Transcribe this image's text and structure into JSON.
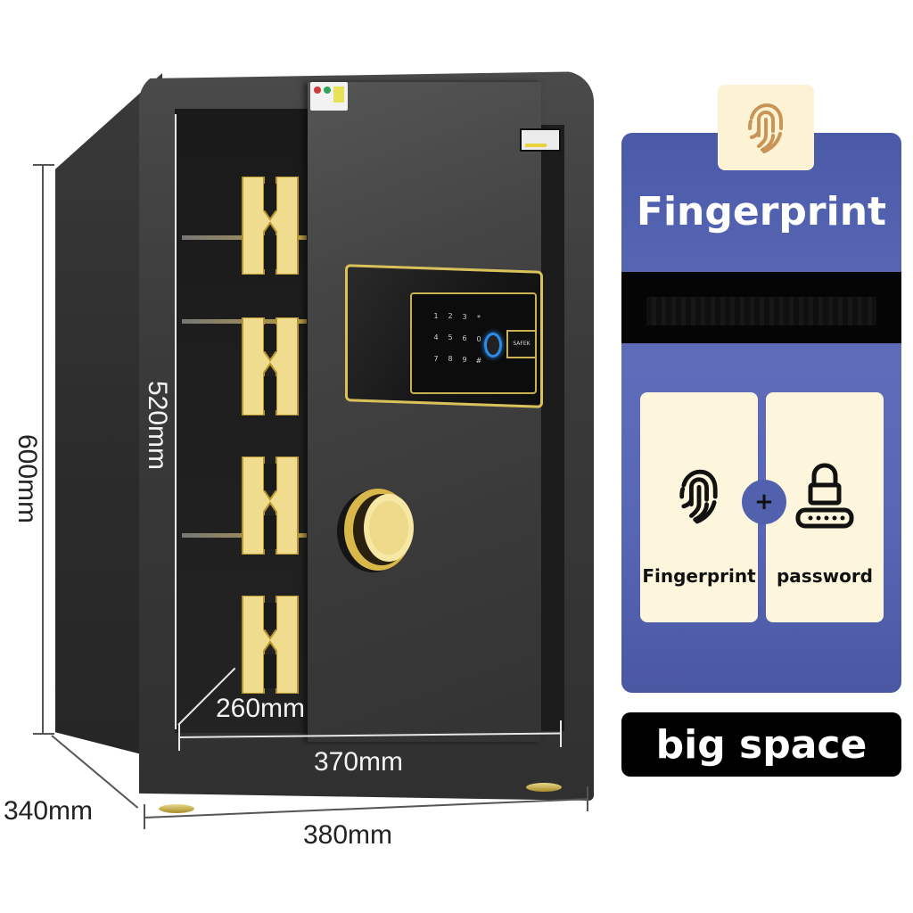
{
  "product": {
    "name": "electronic safe",
    "body_color": "#2f2f2f",
    "accent_color": "#d9c25a"
  },
  "dimensions": {
    "outer_height": "600mm",
    "inner_height": "520mm",
    "inner_depth": "260mm",
    "inner_width": "370mm",
    "outer_depth": "340mm",
    "outer_width": "380mm"
  },
  "keypad": {
    "keys": [
      "1",
      "2",
      "3",
      "*",
      "4",
      "5",
      "6",
      "0",
      "7",
      "8",
      "9",
      "#"
    ],
    "brand_label": "SAFEK"
  },
  "feature_panel": {
    "title": "Fingerprint",
    "badge_icon": "fingerprint-icon",
    "redacted_caption": "",
    "methods": [
      {
        "label": "Fingerprint",
        "icon": "fingerprint-icon"
      },
      {
        "label": "password",
        "icon": "padlock-password-icon"
      }
    ],
    "join_symbol": "+",
    "card_color": "#5866b6",
    "tile_color": "#fdf6dc"
  },
  "banner": {
    "label": "big space",
    "background": "#000000"
  }
}
